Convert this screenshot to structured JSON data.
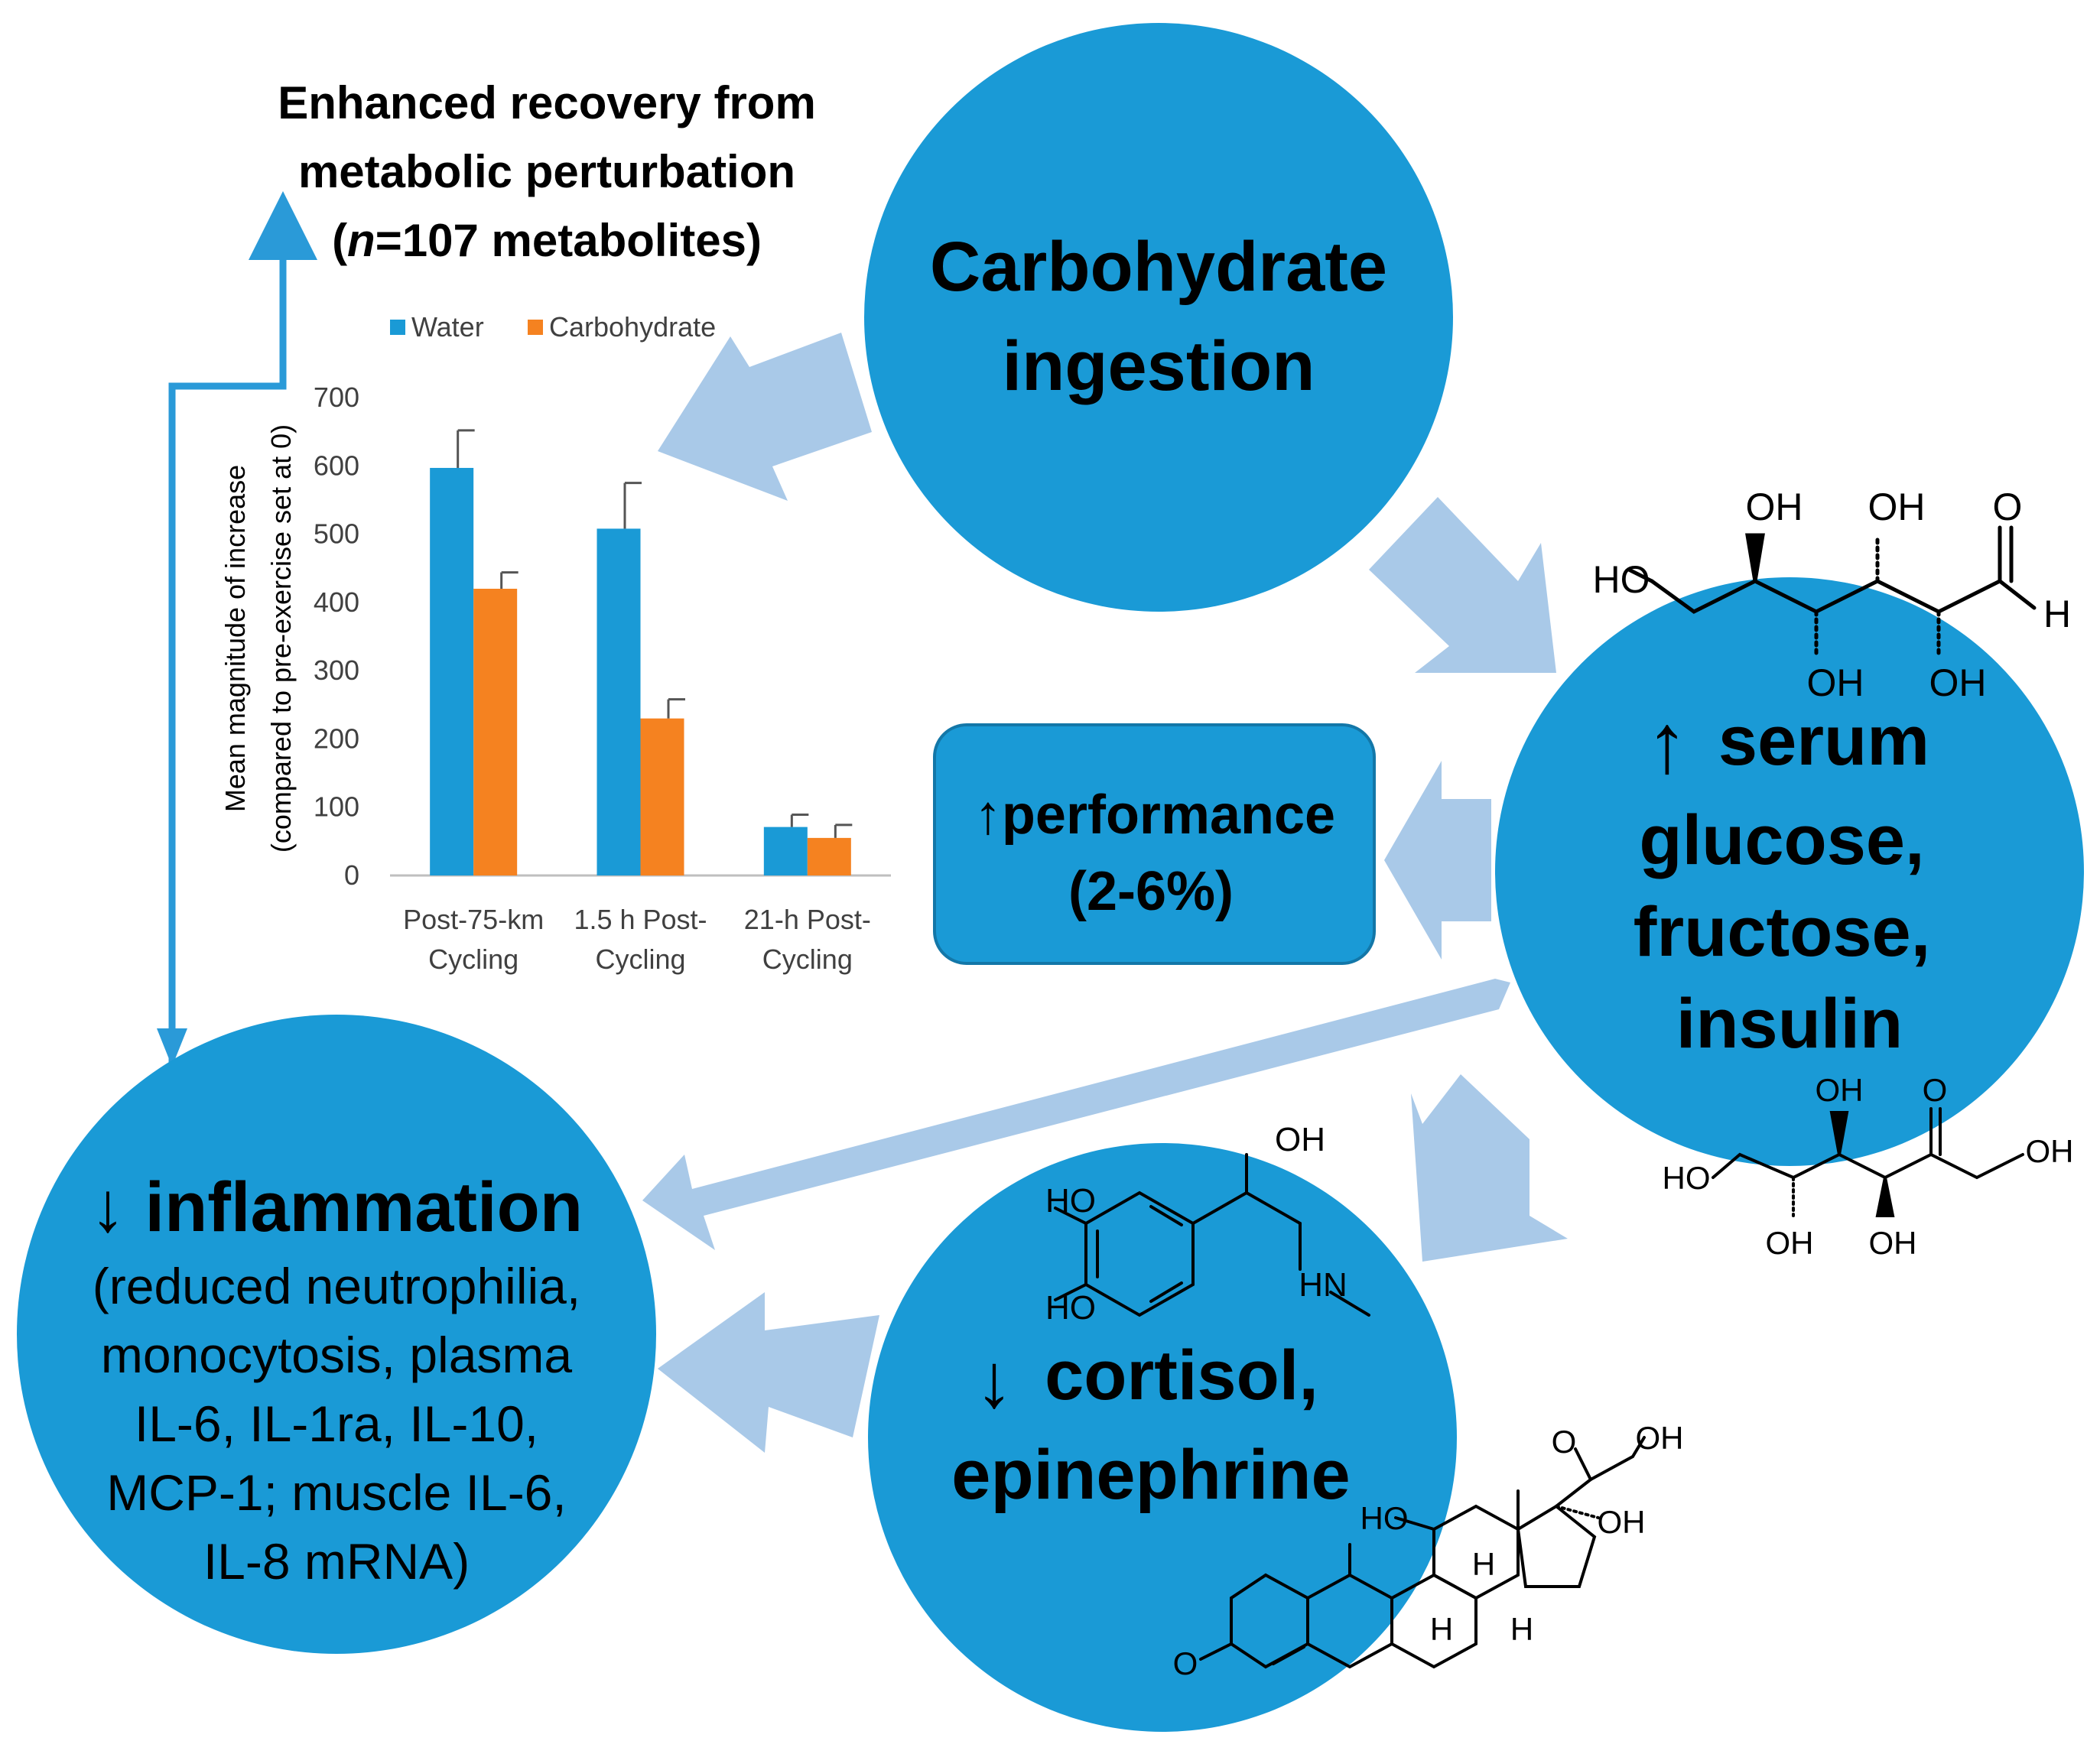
{
  "colors": {
    "circle": "#1a9ad6",
    "arrow": "#a9c9e8",
    "feedback_arrow": "#2a9ad8",
    "water": "#1a9ad6",
    "carbohydrate": "#f58220"
  },
  "top_title": {
    "line1": "Enhanced recovery from",
    "line2": "metabolic perturbation",
    "line3_italic": "n",
    "line3_rest": "=107 metabolites)",
    "line3_open": "("
  },
  "nodes": {
    "carb": {
      "line1": "Carbohydrate",
      "line2": "ingestion"
    },
    "serum": {
      "arrow": "↑",
      "line1": "serum",
      "line2": "glucose,",
      "line3": "fructose,",
      "line4": "insulin"
    },
    "performance": {
      "line1": "↑performance",
      "line2": "(2-6%)"
    },
    "cortisol": {
      "arrow": "↓",
      "line1": "cortisol,",
      "line2": "epinephrine"
    },
    "inflammation": {
      "title": "↓ inflammation",
      "details": [
        "(reduced neutrophilia,",
        "monocytosis, plasma",
        "IL-6, IL-1ra, IL-10,",
        "MCP-1; muscle IL-6,",
        "IL-8 mRNA)"
      ]
    }
  },
  "chemistry": {
    "glucose": {
      "oh": "OH",
      "o": "O",
      "ho": "HO",
      "h": "H"
    },
    "fructose": {
      "oh": "OH",
      "o": "O",
      "ho": "HO"
    },
    "epinephrine": {
      "oh": "OH",
      "ho": "HO",
      "hn": "HN"
    },
    "cortisol": {
      "oh": "OH",
      "o": "O",
      "ho": "HO",
      "h": "H"
    }
  },
  "chart_data": {
    "type": "bar",
    "categories": [
      "Post-75-km Cycling",
      "1.5 h Post-Cycling",
      "21-h Post-Cycling"
    ],
    "category_lines": [
      [
        "Post-75-km",
        "Cycling"
      ],
      [
        "1.5 h Post-",
        "Cycling"
      ],
      [
        "21-h Post-",
        "Cycling"
      ]
    ],
    "series": [
      {
        "name": "Water",
        "values": [
          597,
          508,
          71
        ],
        "errors": [
          55,
          67,
          18
        ]
      },
      {
        "name": "Carbohydrate",
        "values": [
          420,
          230,
          55
        ],
        "errors": [
          24,
          28,
          19
        ]
      }
    ],
    "ylabel_line1": "Mean magnitude of increase",
    "ylabel_line2": "(compared to pre-exercise set at 0)",
    "ylim": [
      0,
      700
    ],
    "yticks": [
      "0",
      "100",
      "200",
      "300",
      "400",
      "500",
      "600",
      "700"
    ],
    "legend_placement": "top",
    "grid": false
  }
}
